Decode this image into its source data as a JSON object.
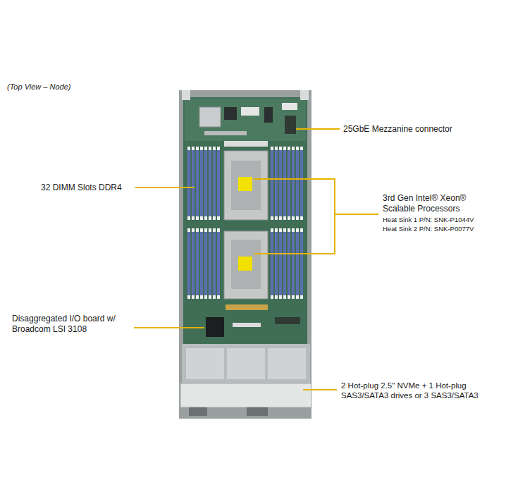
{
  "diagram": {
    "labels": [
      "(Top View – Node)",
      "25GbE Mezzanine  connector",
      "32 DIMM Slots DDR4",
      "3rd Gen Intel® Xeon® Scalable Processors",
      "Heat Sink 1 P/N: SNK-P1044V",
      "Heat Sink 2 P/N: SNK-P0077V",
      "Disaggregated I/O board w/ Broadcom LSI 3108",
      "2 Hot-plug 2.5\" NVMe + 1 Hot-plug SAS3/SATA3 drives or 3 SAS3/SATA3"
    ]
  }
}
